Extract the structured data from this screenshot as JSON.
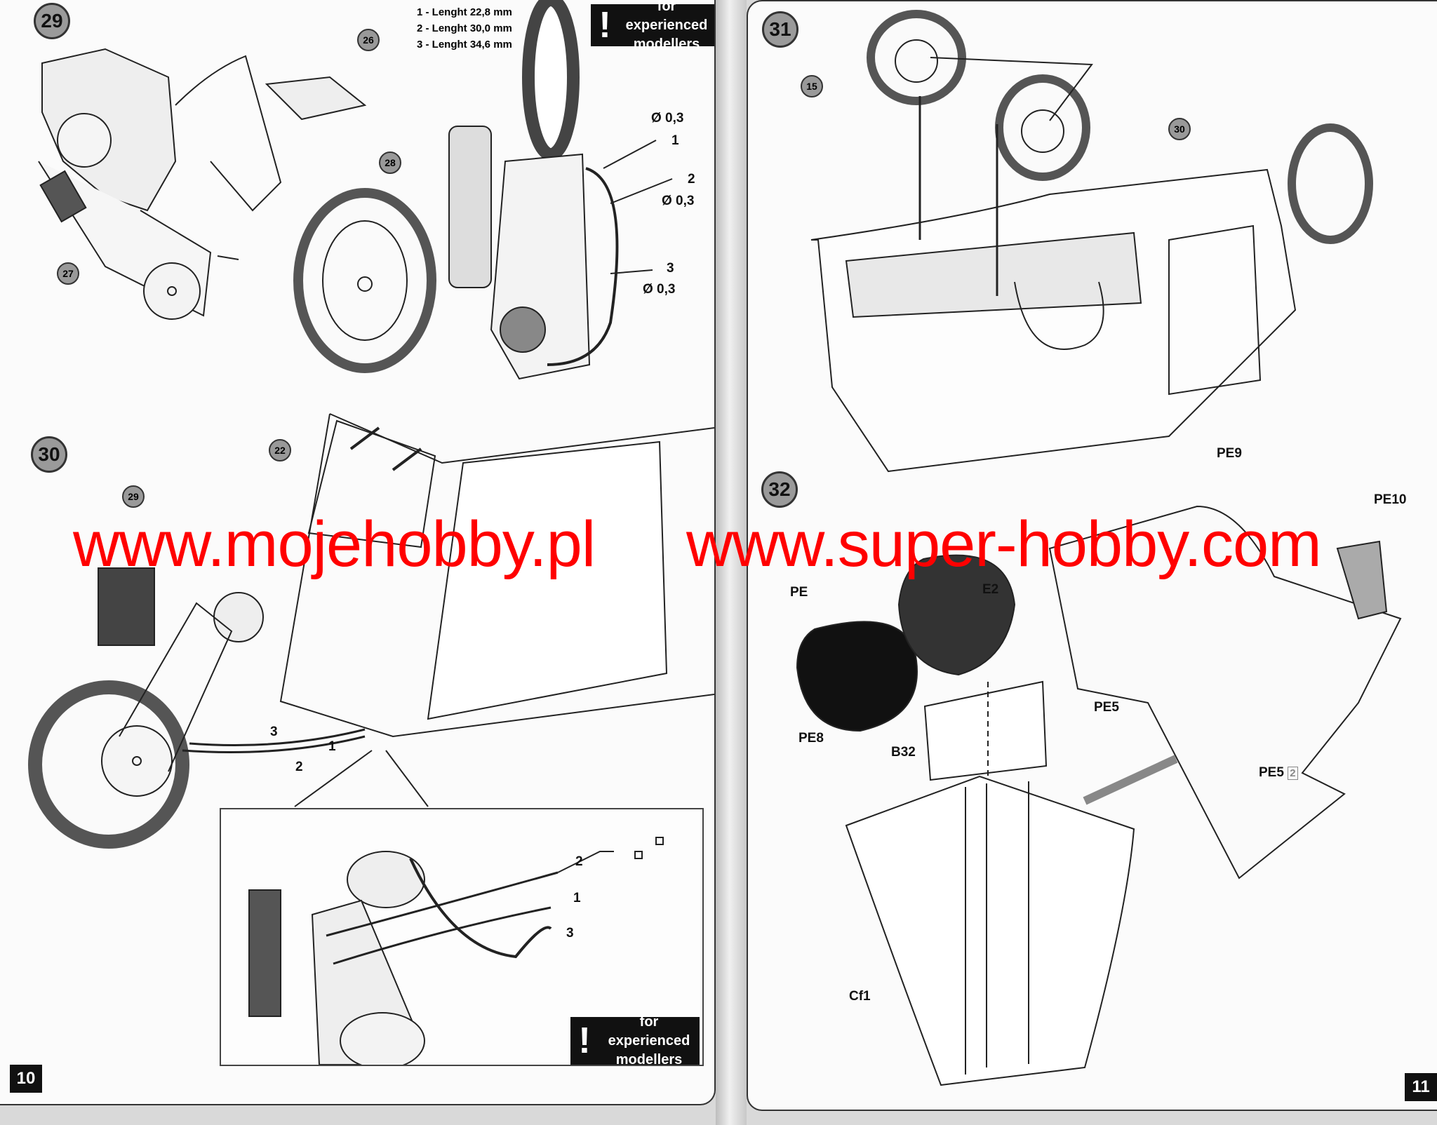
{
  "left_page": {
    "page_number": "10",
    "step_29": {
      "number": "29",
      "lengths": [
        "1 - Lenght 22,8 mm",
        "2 - Lenght 30,0 mm",
        "3 - Lenght 34,6 mm"
      ],
      "warning": "for experienced modellers",
      "parts": [
        "26",
        "28",
        "27"
      ],
      "wires": [
        {
          "dia": "Ø 0,3",
          "num": "1"
        },
        {
          "dia": "Ø 0,3",
          "num": "2"
        },
        {
          "dia": "Ø 0,3",
          "num": "3"
        }
      ]
    },
    "step_30": {
      "number": "30",
      "parts": [
        "22",
        "29"
      ],
      "wire_labels": [
        "3",
        "1",
        "2"
      ],
      "inset_labels": [
        "2",
        "1",
        "3"
      ],
      "warning": "for experienced modellers"
    }
  },
  "right_page": {
    "page_number": "11",
    "step_31": {
      "number": "31",
      "parts": [
        "15",
        "30"
      ]
    },
    "step_32": {
      "number": "32",
      "parts": {
        "pe9": "PE9",
        "pe10": "PE10",
        "pe": "PE",
        "e2": "E2",
        "pe8": "PE8",
        "b32": "B32",
        "pe5": "PE5",
        "pe5b": "PE5",
        "pe5b_qty": "2",
        "cf1": "Cf1"
      }
    }
  },
  "watermarks": [
    "www.mojehobby.pl",
    "www.super-hobby.com"
  ],
  "colors": {
    "watermark": "#ff0000",
    "step_circle": "#9a9a9a"
  }
}
